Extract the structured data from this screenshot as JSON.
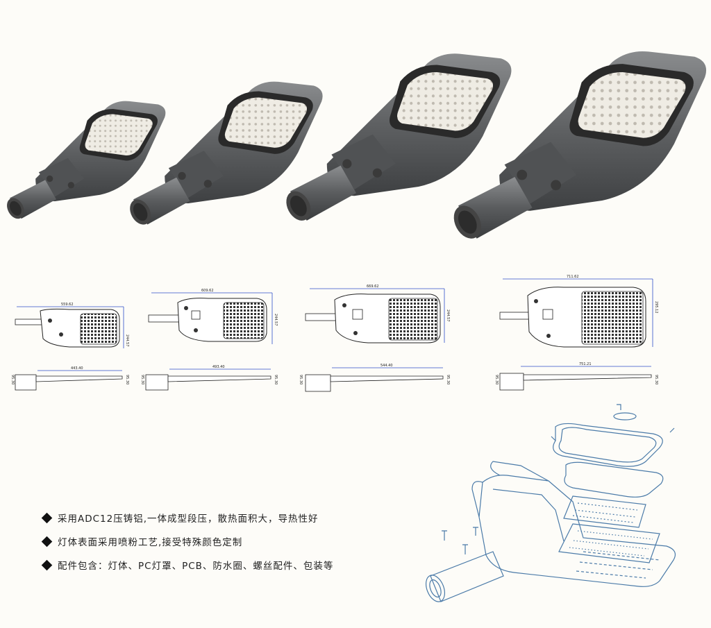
{
  "product_row": {
    "lamps": [
      {
        "icon": "street-light-small"
      },
      {
        "icon": "street-light-medium"
      },
      {
        "icon": "street-light-large"
      },
      {
        "icon": "street-light-xlarge"
      }
    ]
  },
  "drawings": {
    "top_views": [
      {
        "width_label": "559.62",
        "height_label": "244.57"
      },
      {
        "width_label": "609.62",
        "height_label": "244.57"
      },
      {
        "width_label": "669.62",
        "height_label": "244.57"
      },
      {
        "width_label": "711.62",
        "height_label": "295.12"
      }
    ],
    "side_views": [
      {
        "length_label": "443.40",
        "left_label": "95.30",
        "right_label": "95.30"
      },
      {
        "length_label": "493.40",
        "left_label": "95.30",
        "right_label": "95.30"
      },
      {
        "length_label": "544.40",
        "left_label": "95.30",
        "right_label": "95.30"
      },
      {
        "length_label": "751.21",
        "left_label": "95.30",
        "right_label": "95.30"
      }
    ]
  },
  "features": [
    {
      "text": "采用ADC12压铸铝,一体成型段压，散热面积大，导热性好"
    },
    {
      "text": "灯体表面采用喷粉工艺,接受特殊颜色定制"
    },
    {
      "text": "配件包含：灯体、PC灯罩、PCB、防水圈、螺丝配件、包装等"
    }
  ],
  "exploded_view": {
    "icon": "exploded-assembly-drawing"
  },
  "colors": {
    "body": "#5c5e60",
    "lens": "#e9e6dd",
    "line_blue": "#2e4fc9",
    "sketch": "#4a7aa8",
    "background": "#fdfcf8"
  }
}
